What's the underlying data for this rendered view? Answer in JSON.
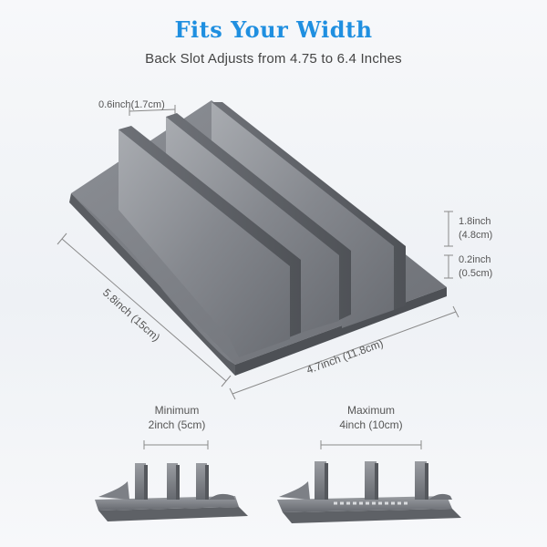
{
  "heading": {
    "title": "Fits Your Width",
    "subtitle": "Back Slot Adjusts from 4.75 to 6.4 Inches"
  },
  "dimensions": {
    "slot_width": "0.6inch(1.7cm)",
    "height_line1": "1.8inch",
    "height_line2": "(4.8cm)",
    "base_line1": "0.2inch",
    "base_line2": "(0.5cm)",
    "depth": "5.8inch (15cm)",
    "width": "4.7inch (11.8cm)"
  },
  "settings": {
    "minimum_label": "Minimum",
    "minimum_value": "2inch (5cm)",
    "maximum_label": "Maximum",
    "maximum_value": "4inch (10cm)"
  },
  "colors": {
    "title": "#1f8fe0",
    "metal_dark": "#5f6268",
    "metal_mid": "#878a90",
    "metal_light": "#b5b8bd",
    "dimension_line": "#8a8a8a"
  }
}
